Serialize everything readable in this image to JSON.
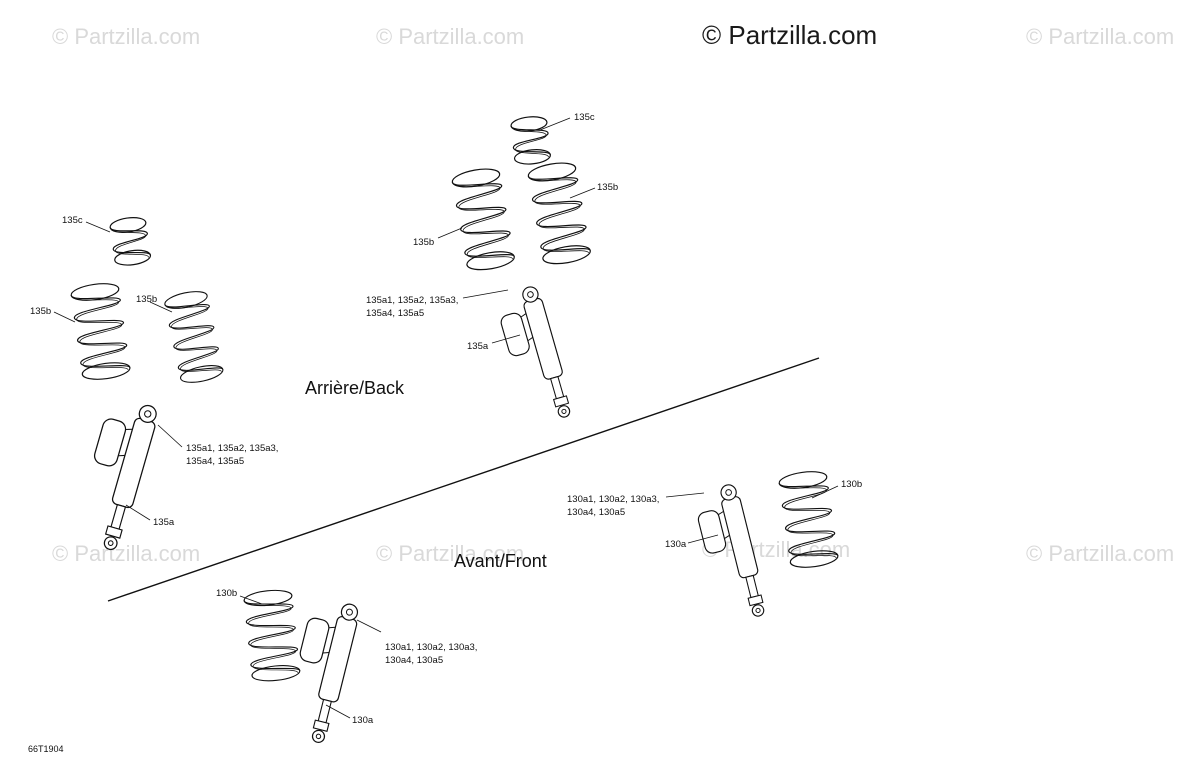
{
  "watermark": {
    "text": "© Partzilla.com",
    "brand_text": "© Partzilla.com"
  },
  "sections": {
    "rear": "Arrière/Back",
    "front": "Avant/Front"
  },
  "labels": {
    "p135c": "135c",
    "p135b": "135b",
    "p135a": "135a",
    "p135a_variants_line1": "135a1, 135a2, 135a3,",
    "p135a_variants_line2": "135a4, 135a5",
    "p130b": "130b",
    "p130a": "130a",
    "p130a_variants_line1": "130a1, 130a2, 130a3,",
    "p130a_variants_line2": "130a4, 130a5"
  },
  "diagram_code": "66T1904",
  "colors": {
    "ink": "#111111",
    "watermark": "#d9d9d9",
    "background": "#ffffff"
  }
}
